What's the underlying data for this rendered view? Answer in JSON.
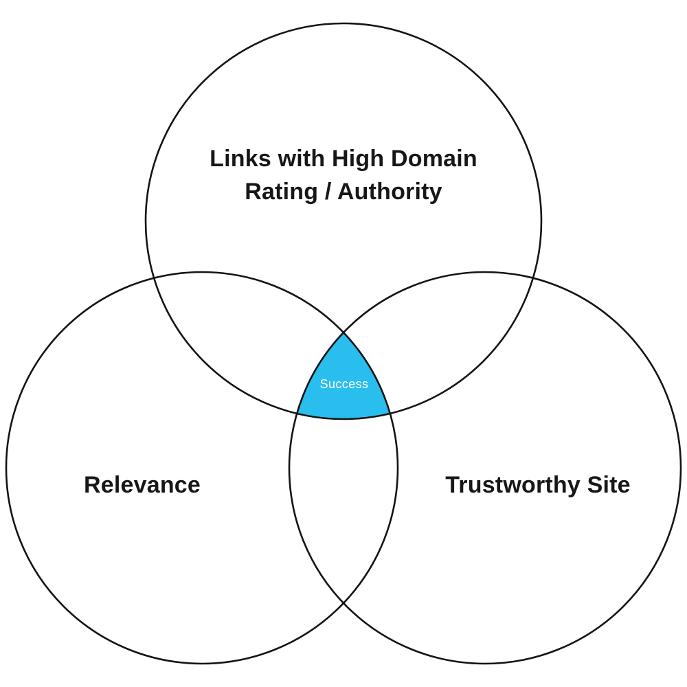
{
  "diagram": {
    "type": "venn-3-circles",
    "background_color": "#ffffff",
    "stroke_color": "#141414",
    "accent_color": "#29BEEE",
    "label_color": "#17171a",
    "intersection_label_color": "#ffffff",
    "circles": [
      {
        "id": "top",
        "label": "Links with High Domain Rating / Authority",
        "lines": [
          "Links with High Domain",
          "Rating / Authority"
        ]
      },
      {
        "id": "bottom-left",
        "label": "Relevance",
        "lines": [
          "Relevance"
        ]
      },
      {
        "id": "bottom-right",
        "label": "Trustworthy Site",
        "lines": [
          "Trustworthy Site"
        ]
      }
    ],
    "intersection": {
      "label": "Success",
      "meaning": "overlap of all three circles"
    }
  }
}
